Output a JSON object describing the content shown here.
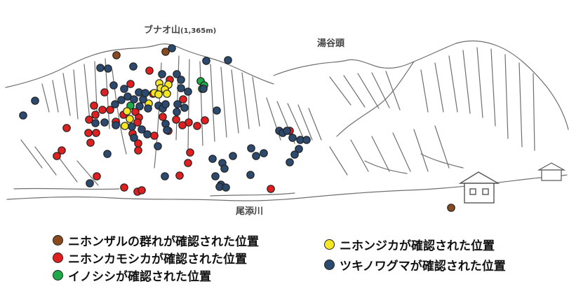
{
  "labels": {
    "peak_name": "ブナオ山",
    "peak_elev": "(1,365m)",
    "yutani": "湯谷頭",
    "river": "尾添川"
  },
  "legend": [
    {
      "id": "saru",
      "text": "ニホンザルの群れが確認された位置",
      "color": "#8a4a1f"
    },
    {
      "id": "kamo",
      "text": "ニホンカモシカが確認された位置",
      "color": "#e02020"
    },
    {
      "id": "ino",
      "text": "イノシシが確認された位置",
      "color": "#1faa4a"
    },
    {
      "id": "shika",
      "text": "ニホンジカが確認された位置",
      "color": "#f5e626"
    },
    {
      "id": "kuma",
      "text": "ツキノワグマが確認された位置",
      "color": "#2b4a6e"
    }
  ],
  "colors": {
    "saru": "#8a4a1f",
    "kamo": "#e02020",
    "ino": "#1faa4a",
    "shika": "#f5e626",
    "kuma": "#2b4a6e",
    "sketch": "#6f6f6f"
  },
  "icons": [
    "house-icon",
    "small-house-icon"
  ]
}
